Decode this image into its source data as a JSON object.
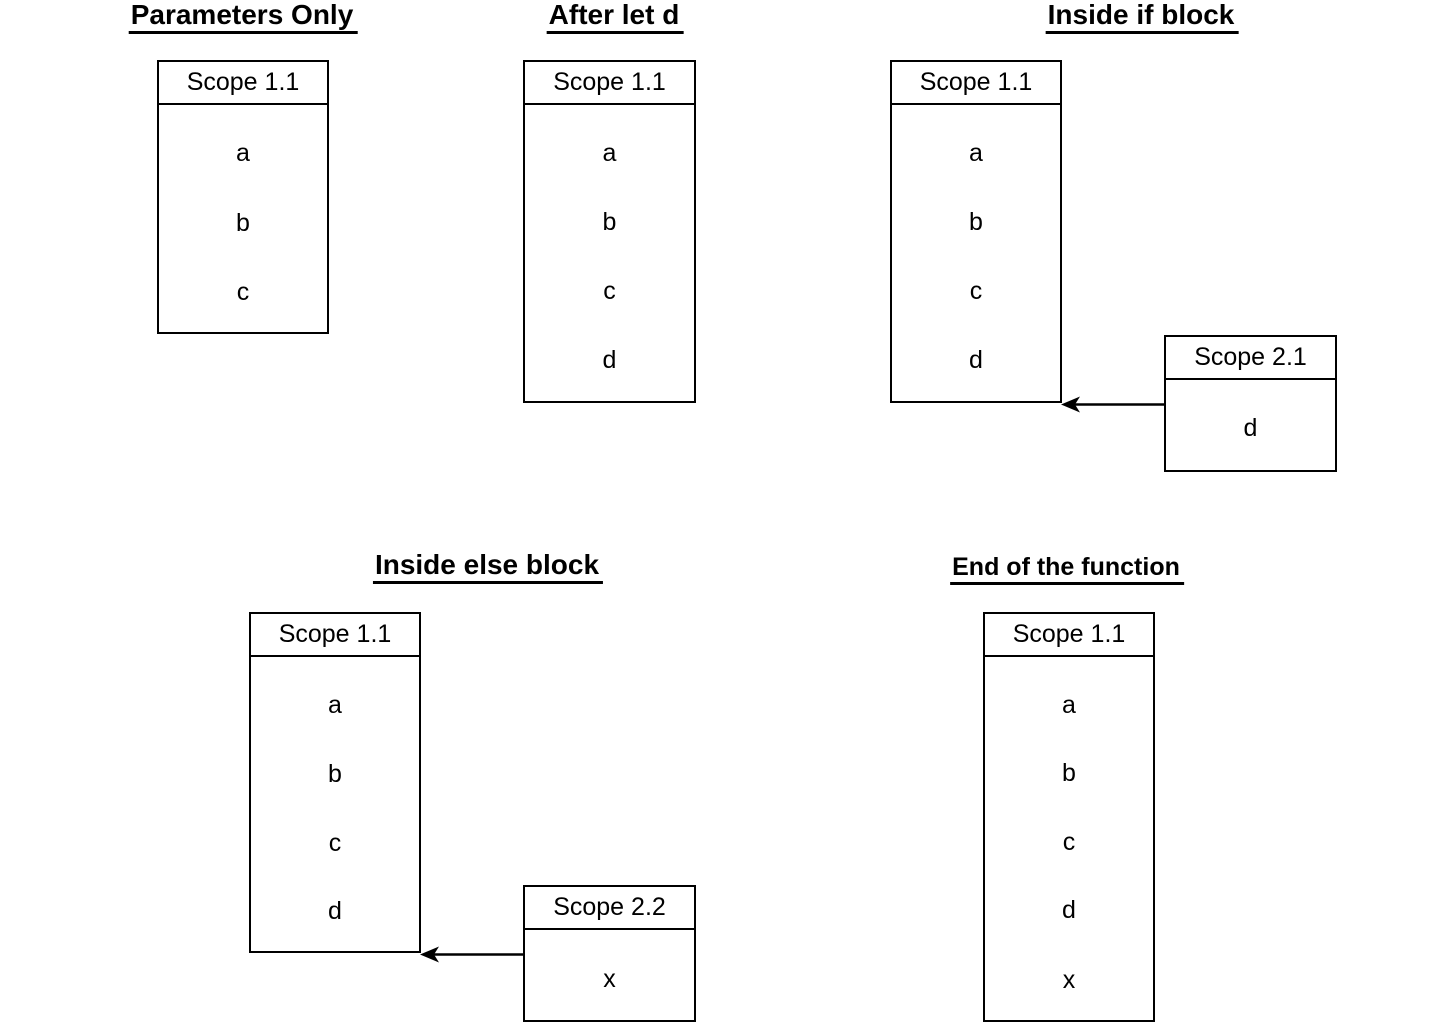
{
  "colors": {
    "background": "#ffffff",
    "line": "#000000",
    "text": "#000000"
  },
  "panels": [
    {
      "title": "Parameters Only",
      "boxes": [
        {
          "title": "Scope 1.1",
          "vars": [
            "a",
            "b",
            "c"
          ]
        }
      ]
    },
    {
      "title": "After let d",
      "boxes": [
        {
          "title": "Scope 1.1",
          "vars": [
            "a",
            "b",
            "c",
            "d"
          ]
        }
      ]
    },
    {
      "title": "Inside if block",
      "boxes": [
        {
          "title": "Scope 1.1",
          "vars": [
            "a",
            "b",
            "c",
            "d"
          ]
        },
        {
          "title": "Scope 2.1",
          "vars": [
            "d"
          ]
        }
      ],
      "arrow": {
        "from": "Scope 2.1",
        "to": "Scope 1.1",
        "direction": "left"
      }
    },
    {
      "title": "Inside else block",
      "boxes": [
        {
          "title": "Scope 1.1",
          "vars": [
            "a",
            "b",
            "c",
            "d"
          ]
        },
        {
          "title": "Scope 2.2",
          "vars": [
            "x"
          ]
        }
      ],
      "arrow": {
        "from": "Scope 2.2",
        "to": "Scope 1.1",
        "direction": "left"
      }
    },
    {
      "title": "End of the function",
      "boxes": [
        {
          "title": "Scope 1.1",
          "vars": [
            "a",
            "b",
            "c",
            "d",
            "x"
          ]
        }
      ]
    }
  ]
}
